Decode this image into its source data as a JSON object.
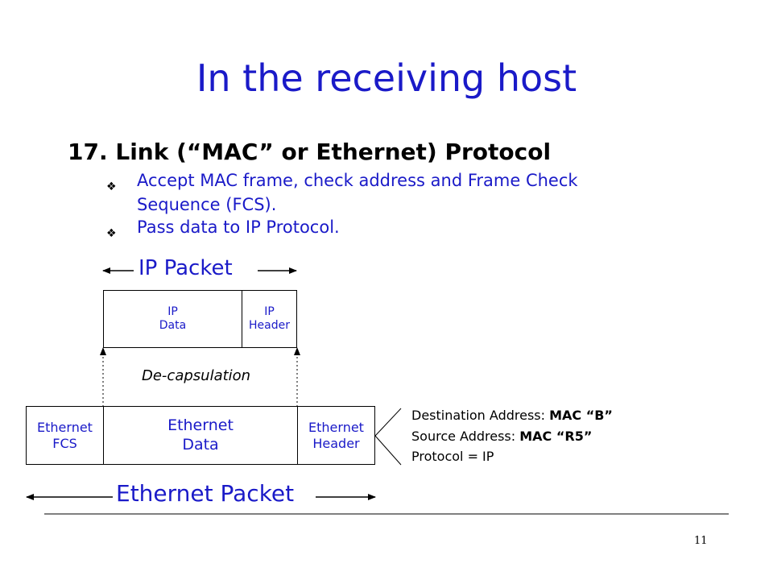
{
  "slide": {
    "title": "In the receiving host",
    "heading": "17. Link (“MAC” or Ethernet) Protocol",
    "bullets": [
      {
        "line1": "Accept MAC frame, check  address and Frame Check",
        "line2": "Sequence (FCS)."
      },
      {
        "line1": "Pass data to IP Protocol.",
        "line2": ""
      }
    ],
    "bullet_glyph": "❖",
    "page_number": "11"
  },
  "diagram": {
    "ip_packet_label": "IP Packet",
    "ip_data": {
      "line1": "IP",
      "line2": "Data"
    },
    "ip_header": {
      "line1": "IP",
      "line2": "Header"
    },
    "decapsulation_label": "De-capsulation",
    "eth_fcs": {
      "line1": "Ethernet",
      "line2": "FCS"
    },
    "eth_data": {
      "line1": "Ethernet",
      "line2": "Data"
    },
    "eth_header": {
      "line1": "Ethernet",
      "line2": "Header"
    },
    "eth_packet_label": "Ethernet Packet",
    "header_fields": {
      "dest_label": "Destination Address: ",
      "dest_value": "MAC “B”",
      "src_label": "Source Address: ",
      "src_value": "MAC “R5”",
      "protocol": "Protocol = IP"
    }
  },
  "colors": {
    "text_blue": "#1a1ac8",
    "line": "#000000"
  }
}
